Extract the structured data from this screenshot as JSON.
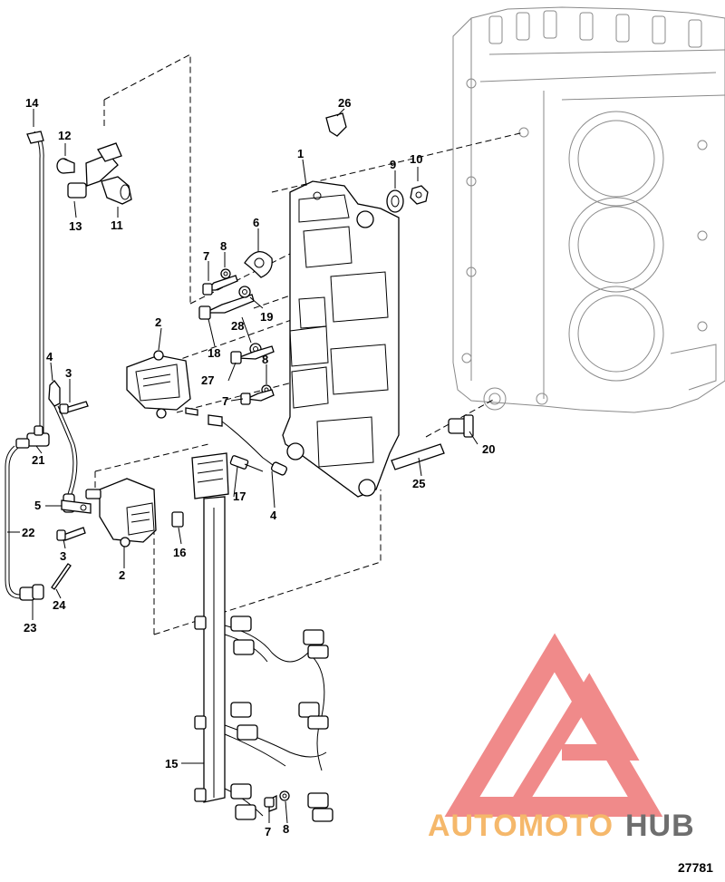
{
  "figure_number": "27781",
  "watermark": {
    "brand_part1": "AUTOMOTO",
    "brand_part2": "HUB",
    "colors": {
      "triangle": "#f08a8a",
      "auto": "#f5b86b",
      "hub": "#6e6e6e"
    }
  },
  "callouts": [
    {
      "id": "c1",
      "label": "1"
    },
    {
      "id": "c2a",
      "label": "2"
    },
    {
      "id": "c2b",
      "label": "2"
    },
    {
      "id": "c3a",
      "label": "3"
    },
    {
      "id": "c3b",
      "label": "3"
    },
    {
      "id": "c4a",
      "label": "4"
    },
    {
      "id": "c4b",
      "label": "4"
    },
    {
      "id": "c5",
      "label": "5"
    },
    {
      "id": "c6",
      "label": "6"
    },
    {
      "id": "c7a",
      "label": "7"
    },
    {
      "id": "c7b",
      "label": "7"
    },
    {
      "id": "c7c",
      "label": "7"
    },
    {
      "id": "c8a",
      "label": "8"
    },
    {
      "id": "c8b",
      "label": "8"
    },
    {
      "id": "c8c",
      "label": "8"
    },
    {
      "id": "c9",
      "label": "9"
    },
    {
      "id": "c10",
      "label": "10"
    },
    {
      "id": "c11",
      "label": "11"
    },
    {
      "id": "c12",
      "label": "12"
    },
    {
      "id": "c13",
      "label": "13"
    },
    {
      "id": "c14",
      "label": "14"
    },
    {
      "id": "c15",
      "label": "15"
    },
    {
      "id": "c16",
      "label": "16"
    },
    {
      "id": "c17",
      "label": "17"
    },
    {
      "id": "c18",
      "label": "18"
    },
    {
      "id": "c19",
      "label": "19"
    },
    {
      "id": "c20",
      "label": "20"
    },
    {
      "id": "c21",
      "label": "21"
    },
    {
      "id": "c22",
      "label": "22"
    },
    {
      "id": "c23",
      "label": "23"
    },
    {
      "id": "c24",
      "label": "24"
    },
    {
      "id": "c25",
      "label": "25"
    },
    {
      "id": "c26",
      "label": "26"
    },
    {
      "id": "c27",
      "label": "27"
    },
    {
      "id": "c28",
      "label": "28"
    }
  ]
}
